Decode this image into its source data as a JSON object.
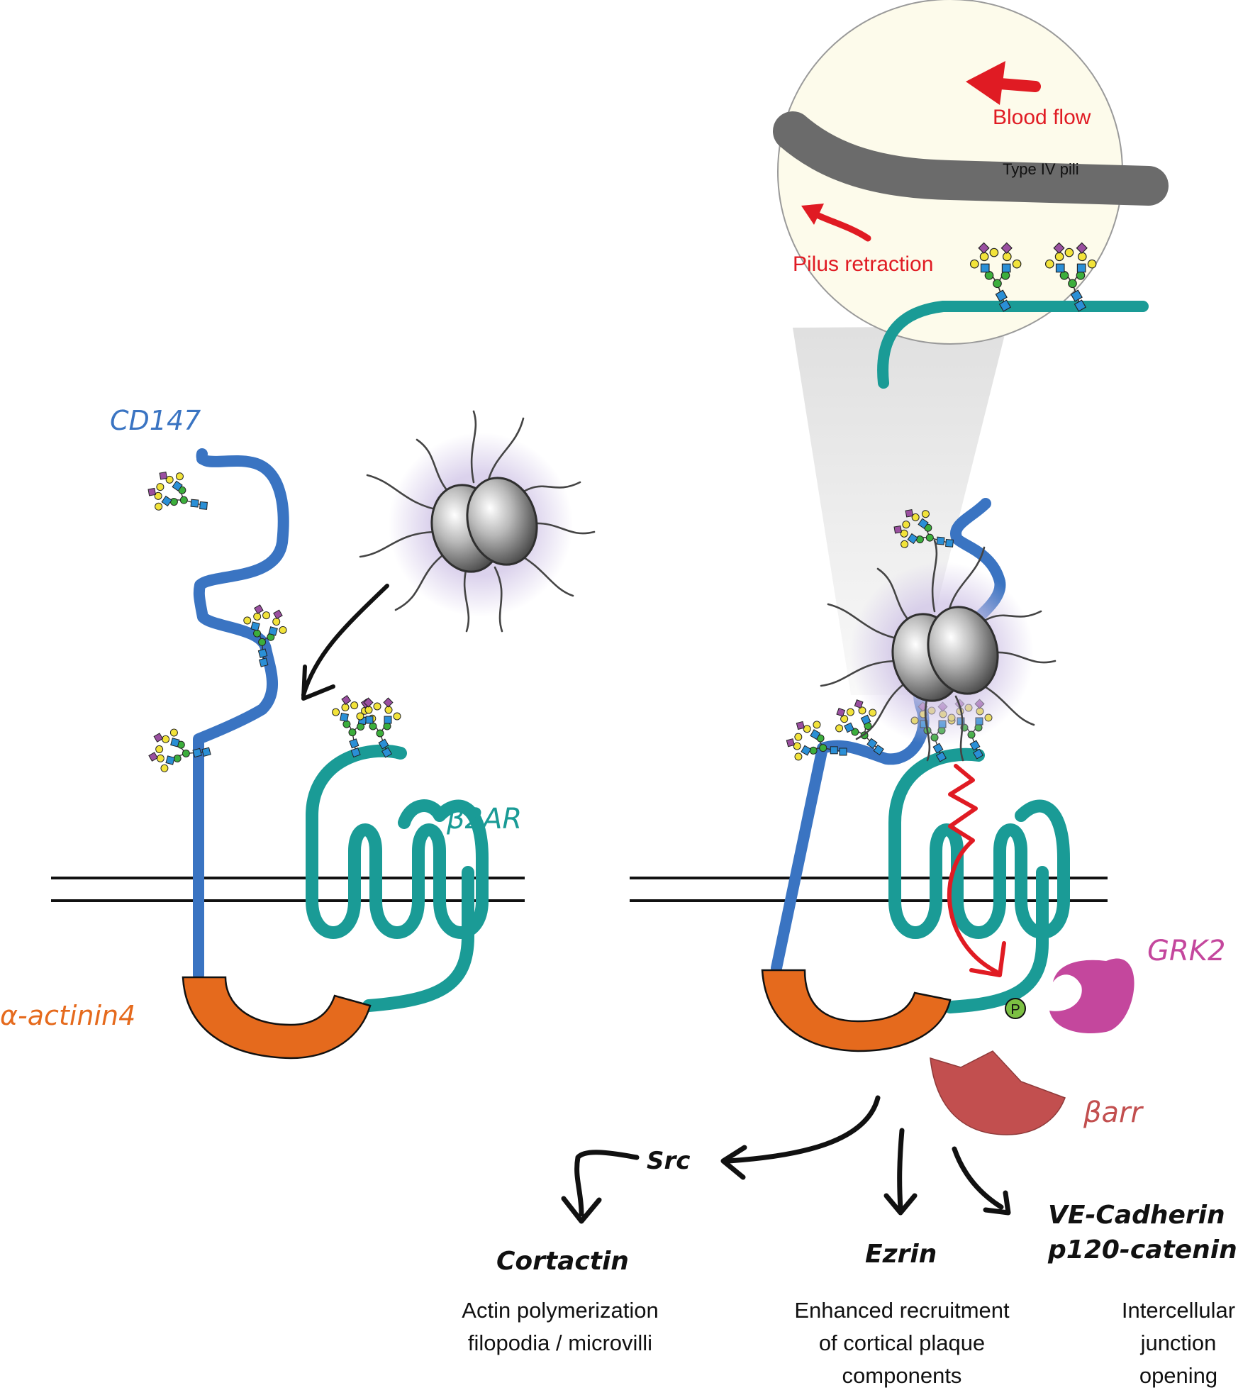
{
  "colors": {
    "cd147": "#3a74c2",
    "b2ar": "#1a9b96",
    "actinin": "#e56a1d",
    "grk2": "#c4479d",
    "barr": "#c24f4f",
    "arrow_red": "#e01b23",
    "pilus": "#6b6b6b",
    "zoom_bg": "#fdfbeb",
    "phospho": "#7cc043",
    "black": "#111111"
  },
  "labels": {
    "cd147": "CD147",
    "b2ar": "β2AR",
    "actinin": "α-actinin4",
    "grk2": "GRK2",
    "barr": "βarr",
    "phospho": "P"
  },
  "zoom": {
    "blood_flow": "Blood flow",
    "pili": "Type IV pili",
    "retraction": "Pilus retraction"
  },
  "pathway": {
    "src": "Src",
    "cortactin": "Cortactin",
    "ezrin": "Ezrin",
    "vecad_line1": "VE-Cadherin",
    "vecad_line2": "p120-catenin"
  },
  "outcomes": {
    "cortactin_line1": "Actin polymerization",
    "cortactin_line2": "filopodia / microvilli",
    "ezrin_line1": "Enhanced recruitment",
    "ezrin_line2": "of cortical plaque",
    "ezrin_line3": "components",
    "junction_line1": "Intercellular",
    "junction_line2": "junction",
    "junction_line3": "opening"
  }
}
